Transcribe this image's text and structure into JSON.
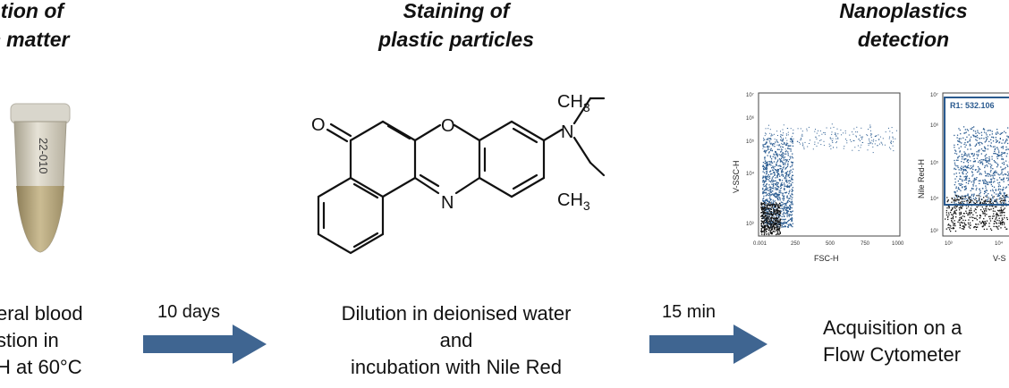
{
  "titles": {
    "col1_line1": "stion of",
    "col1_line2": "c matter",
    "col2_line1": "Staining of",
    "col2_line2": "plastic particles",
    "col3_line1": "Nanoplastics",
    "col3_line2": "detection"
  },
  "tube_label": "22-010",
  "molecule": {
    "carbonyl_o": "O",
    "ring_o": "O",
    "ring_n": "N",
    "amine_n": "N",
    "methyl_top": "CH",
    "methyl_top_sub": "3",
    "methyl_bottom": "CH",
    "methyl_bottom_sub": "3"
  },
  "captions": {
    "col1": [
      "eral blood",
      "stion in",
      "H at 60°C"
    ],
    "col2": [
      "Dilution in deionised water",
      "and",
      "incubation with Nile Red"
    ],
    "col3": [
      "Acquisition on a",
      "Flow Cytometer"
    ]
  },
  "arrows": {
    "first_label": "10 days",
    "second_label": "15 min",
    "color": "#3f6591"
  },
  "plot1": {
    "ylabel": "V-SSC-H",
    "xlabel": "FSC-H",
    "x_ticks": [
      "0.001",
      "250",
      "500",
      "750",
      "1000"
    ],
    "y_ticks": [
      "10⁷",
      "10⁶",
      "10⁵",
      "10⁴",
      "10³"
    ]
  },
  "plot2": {
    "ylabel": "Nile Red-H",
    "xlabel": "V-S",
    "gate_label": "R1: 532.106",
    "x_ticks": [
      "10³",
      "10⁴"
    ],
    "y_ticks": [
      "10⁷",
      "10⁶",
      "10⁵",
      "10⁴",
      "10³"
    ]
  },
  "colors": {
    "events_blue": "#2f5f93",
    "events_black": "#111111",
    "gate": "#2a5a8f"
  }
}
